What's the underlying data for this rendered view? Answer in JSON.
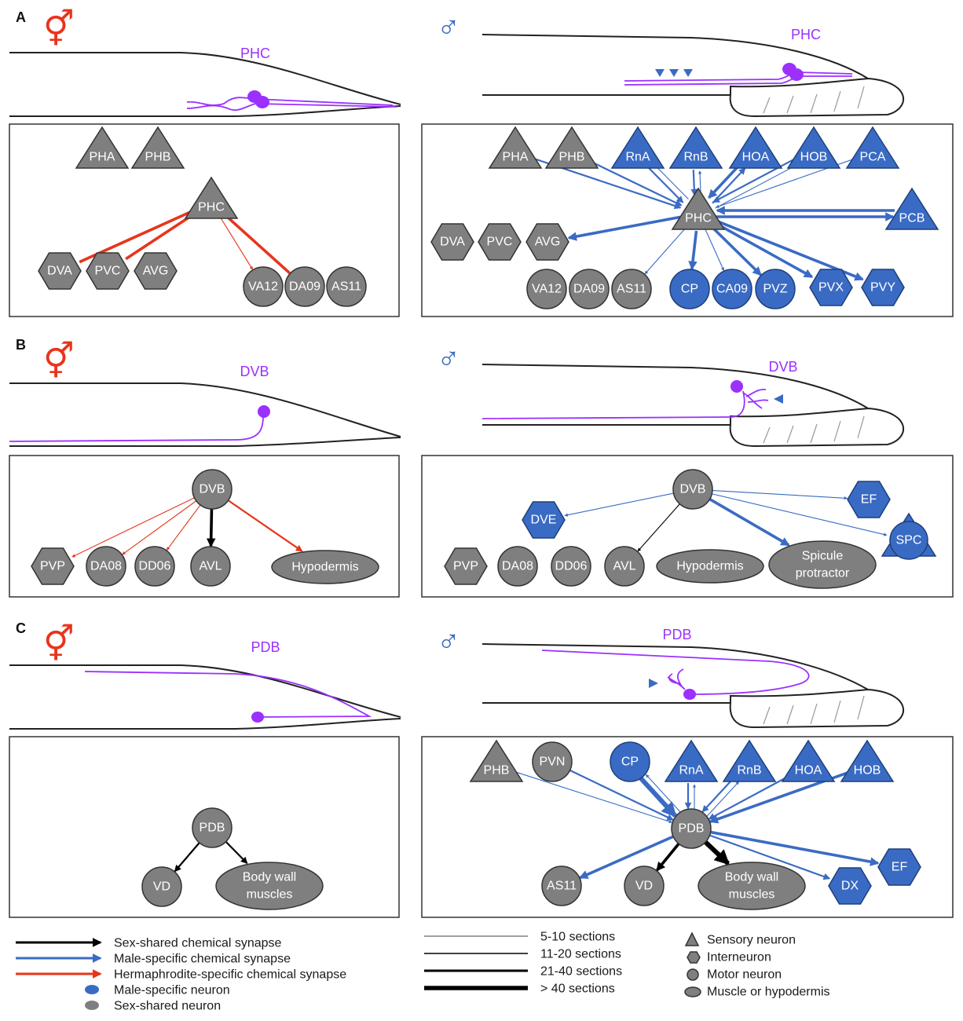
{
  "colors": {
    "sex_shared_neuron": "#7f7f7f",
    "male_specific_neuron": "#3a6bc4",
    "sex_shared_synapse": "#000000",
    "male_specific_synapse": "#3a6bc4",
    "hermaphrodite_synapse": "#e8341c",
    "neuron_trace": "#9b30ff"
  },
  "panels": {
    "a": {
      "letter": "A",
      "herm_symbol": "⚥",
      "male_symbol": "♂",
      "herm_neuron": "PHC",
      "male_neuron": "PHC"
    },
    "b": {
      "letter": "B",
      "herm_symbol": "⚥",
      "male_symbol": "♂",
      "herm_neuron": "DVB",
      "male_neuron": "DVB"
    },
    "c": {
      "letter": "C",
      "herm_symbol": "⚥",
      "male_symbol": "♂",
      "herm_neuron": "PDB",
      "male_neuron": "PDB"
    }
  },
  "legend": {
    "synapses": [
      "Sex-shared chemical synapse",
      "Male-specific chemical synapse",
      "Hermaphrodite-specific chemical synapse",
      "Male-specific neuron",
      "Sex-shared neuron"
    ],
    "widths": [
      "5-10 sections",
      "11-20 sections",
      "21-40 sections",
      "> 40 sections"
    ],
    "shapes": [
      "Sensory neuron",
      "Interneuron",
      "Motor neuron",
      "Muscle or hypodermis"
    ]
  },
  "nodes": [
    {
      "id": "aH_PHA",
      "label": "PHA",
      "shape": "tri",
      "color": "gray"
    },
    {
      "id": "aH_PHB",
      "label": "PHB",
      "shape": "tri",
      "color": "gray"
    },
    {
      "id": "aH_PHC",
      "label": "PHC",
      "shape": "tri",
      "color": "gray"
    },
    {
      "id": "aH_DVA",
      "label": "DVA",
      "shape": "hex",
      "color": "gray"
    },
    {
      "id": "aH_PVC",
      "label": "PVC",
      "shape": "hex",
      "color": "gray"
    },
    {
      "id": "aH_AVG",
      "label": "AVG",
      "shape": "hex",
      "color": "gray"
    },
    {
      "id": "aH_VA12",
      "label": "VA12",
      "shape": "circ",
      "color": "gray"
    },
    {
      "id": "aH_DA09",
      "label": "DA09",
      "shape": "circ",
      "color": "gray"
    },
    {
      "id": "aH_AS11",
      "label": "AS11",
      "shape": "circ",
      "color": "gray"
    },
    {
      "id": "aM_PHA",
      "label": "PHA",
      "shape": "tri",
      "color": "gray"
    },
    {
      "id": "aM_PHB",
      "label": "PHB",
      "shape": "tri",
      "color": "gray"
    },
    {
      "id": "aM_RnA",
      "label": "RnA",
      "shape": "tri",
      "color": "blue"
    },
    {
      "id": "aM_RnB",
      "label": "RnB",
      "shape": "tri",
      "color": "blue"
    },
    {
      "id": "aM_HOA",
      "label": "HOA",
      "shape": "tri",
      "color": "blue"
    },
    {
      "id": "aM_HOB",
      "label": "HOB",
      "shape": "tri",
      "color": "blue"
    },
    {
      "id": "aM_PCA",
      "label": "PCA",
      "shape": "tri",
      "color": "blue"
    },
    {
      "id": "aM_PCB",
      "label": "PCB",
      "shape": "tri",
      "color": "blue"
    },
    {
      "id": "aM_PHC",
      "label": "PHC",
      "shape": "tri",
      "color": "gray"
    },
    {
      "id": "aM_DVA",
      "label": "DVA",
      "shape": "hex",
      "color": "gray"
    },
    {
      "id": "aM_PVC",
      "label": "PVC",
      "shape": "hex",
      "color": "gray"
    },
    {
      "id": "aM_AVG",
      "label": "AVG",
      "shape": "hex",
      "color": "gray"
    },
    {
      "id": "aM_VA12",
      "label": "VA12",
      "shape": "circ",
      "color": "gray"
    },
    {
      "id": "aM_DA09",
      "label": "DA09",
      "shape": "circ",
      "color": "gray"
    },
    {
      "id": "aM_AS11",
      "label": "AS11",
      "shape": "circ",
      "color": "gray"
    },
    {
      "id": "aM_CP",
      "label": "CP",
      "shape": "circ",
      "color": "blue"
    },
    {
      "id": "aM_CA09",
      "label": "CA09",
      "shape": "circ",
      "color": "blue"
    },
    {
      "id": "aM_PVZ",
      "label": "PVZ",
      "shape": "circ",
      "color": "blue"
    },
    {
      "id": "aM_PVX",
      "label": "PVX",
      "shape": "hex",
      "color": "blue"
    },
    {
      "id": "aM_PVY",
      "label": "PVY",
      "shape": "hex",
      "color": "blue"
    },
    {
      "id": "bH_DVB",
      "label": "DVB",
      "shape": "circ",
      "color": "gray"
    },
    {
      "id": "bH_PVP",
      "label": "PVP",
      "shape": "hex",
      "color": "gray"
    },
    {
      "id": "bH_DA08",
      "label": "DA08",
      "shape": "circ",
      "color": "gray"
    },
    {
      "id": "bH_DD06",
      "label": "DD06",
      "shape": "circ",
      "color": "gray"
    },
    {
      "id": "bH_AVL",
      "label": "AVL",
      "shape": "circ",
      "color": "gray"
    },
    {
      "id": "bH_Hyp",
      "label": "Hypodermis",
      "shape": "ell",
      "color": "gray"
    },
    {
      "id": "bM_DVB",
      "label": "DVB",
      "shape": "circ",
      "color": "gray"
    },
    {
      "id": "bM_DVE",
      "label": "DVE",
      "shape": "hex",
      "color": "blue"
    },
    {
      "id": "bM_EF",
      "label": "EF",
      "shape": "hex",
      "color": "blue"
    },
    {
      "id": "bM_SPC",
      "label": "SPC",
      "shape": "triCirc",
      "color": "blue"
    },
    {
      "id": "bM_PVP",
      "label": "PVP",
      "shape": "hex",
      "color": "gray"
    },
    {
      "id": "bM_DA08",
      "label": "DA08",
      "shape": "circ",
      "color": "gray"
    },
    {
      "id": "bM_DD06",
      "label": "DD06",
      "shape": "circ",
      "color": "gray"
    },
    {
      "id": "bM_AVL",
      "label": "AVL",
      "shape": "circ",
      "color": "gray"
    },
    {
      "id": "bM_Hyp",
      "label": "Hypodermis",
      "shape": "ell",
      "color": "gray"
    },
    {
      "id": "bM_Spic",
      "label": "Spicule protractor",
      "shape": "ell2",
      "color": "gray"
    },
    {
      "id": "cH_PDB",
      "label": "PDB",
      "shape": "circ",
      "color": "gray"
    },
    {
      "id": "cH_VD",
      "label": "VD",
      "shape": "circ",
      "color": "gray"
    },
    {
      "id": "cH_BWM",
      "label": "Body wall muscles",
      "shape": "ell2",
      "color": "gray"
    },
    {
      "id": "cM_PHB",
      "label": "PHB",
      "shape": "tri",
      "color": "gray"
    },
    {
      "id": "cM_PVN",
      "label": "PVN",
      "shape": "circ",
      "color": "gray"
    },
    {
      "id": "cM_CP",
      "label": "CP",
      "shape": "circ",
      "color": "blue"
    },
    {
      "id": "cM_RnA",
      "label": "RnA",
      "shape": "tri",
      "color": "blue"
    },
    {
      "id": "cM_RnB",
      "label": "RnB",
      "shape": "tri",
      "color": "blue"
    },
    {
      "id": "cM_HOA",
      "label": "HOA",
      "shape": "tri",
      "color": "blue"
    },
    {
      "id": "cM_HOB",
      "label": "HOB",
      "shape": "tri",
      "color": "blue"
    },
    {
      "id": "cM_PDB",
      "label": "PDB",
      "shape": "circ",
      "color": "gray"
    },
    {
      "id": "cM_AS11",
      "label": "AS11",
      "shape": "circ",
      "color": "gray"
    },
    {
      "id": "cM_VD",
      "label": "VD",
      "shape": "circ",
      "color": "gray"
    },
    {
      "id": "cM_BWM",
      "label": "Body wall muscles",
      "shape": "ell2",
      "color": "gray"
    },
    {
      "id": "cM_DX",
      "label": "DX",
      "shape": "hex",
      "color": "blue"
    },
    {
      "id": "cM_EF",
      "label": "EF",
      "shape": "hex",
      "color": "blue"
    }
  ],
  "edges": [
    {
      "from": "aH_PHC",
      "to": "aH_DVA",
      "type": "herm",
      "sections": "21-40"
    },
    {
      "from": "aH_PHC",
      "to": "aH_PVC",
      "type": "herm",
      "sections": "21-40"
    },
    {
      "from": "aH_PHC",
      "to": "aH_VA12",
      "type": "herm",
      "sections": "5-10"
    },
    {
      "from": "aH_PHC",
      "to": "aH_DA09",
      "type": "herm",
      "sections": "21-40"
    },
    {
      "from": "aM_PHA",
      "to": "aM_PHC",
      "type": "male",
      "sections": "11-20"
    },
    {
      "from": "aM_PHB",
      "to": "aM_PHC",
      "type": "male",
      "sections": "11-20"
    },
    {
      "from": "aM_RnA",
      "to": "aM_PHC",
      "type": "male",
      "sections": "11-20"
    },
    {
      "from": "aM_PHC",
      "to": "aM_RnA",
      "type": "male",
      "sections": "5-10"
    },
    {
      "from": "aM_RnB",
      "to": "aM_PHC",
      "type": "male",
      "sections": "11-20"
    },
    {
      "from": "aM_PHC",
      "to": "aM_RnB",
      "type": "male",
      "sections": "5-10"
    },
    {
      "from": "aM_HOA",
      "to": "aM_PHC",
      "type": "male",
      "sections": "21-40"
    },
    {
      "from": "aM_PHC",
      "to": "aM_HOA",
      "type": "male",
      "sections": "11-20"
    },
    {
      "from": "aM_HOB",
      "to": "aM_PHC",
      "type": "male",
      "sections": "11-20"
    },
    {
      "from": "aM_PHC",
      "to": "aM_HOB",
      "type": "male",
      "sections": "5-10"
    },
    {
      "from": "aM_PCA",
      "to": "aM_PHC",
      "type": "male",
      "sections": "5-10"
    },
    {
      "from": "aM_PCB",
      "to": "aM_PHC",
      "type": "male",
      "sections": "21-40"
    },
    {
      "from": "aM_PHC",
      "to": "aM_PCB",
      "type": "male",
      "sections": "21-40"
    },
    {
      "from": "aM_PHC",
      "to": "aM_AVG",
      "type": "male",
      "sections": "21-40"
    },
    {
      "from": "aM_PHC",
      "to": "aM_AS11",
      "type": "male",
      "sections": "5-10"
    },
    {
      "from": "aM_PHC",
      "to": "aM_CP",
      "type": "male",
      "sections": "21-40"
    },
    {
      "from": "aM_PHC",
      "to": "aM_CA09",
      "type": "male",
      "sections": "5-10"
    },
    {
      "from": "aM_PHC",
      "to": "aM_PVZ",
      "type": "male",
      "sections": "21-40"
    },
    {
      "from": "aM_PHC",
      "to": "aM_PVX",
      "type": "male",
      "sections": "21-40"
    },
    {
      "from": "aM_PHC",
      "to": "aM_PVY",
      "type": "male",
      "sections": "21-40"
    },
    {
      "from": "bH_DVB",
      "to": "bH_PVP",
      "type": "herm",
      "sections": "5-10"
    },
    {
      "from": "bH_DVB",
      "to": "bH_DA08",
      "type": "herm",
      "sections": "5-10"
    },
    {
      "from": "bH_DVB",
      "to": "bH_DD06",
      "type": "herm",
      "sections": "5-10"
    },
    {
      "from": "bH_DVB",
      "to": "bH_AVL",
      "type": "shared",
      "sections": "21-40"
    },
    {
      "from": "bH_DVB",
      "to": "bH_Hyp",
      "type": "herm",
      "sections": "11-20"
    },
    {
      "from": "bM_DVB",
      "to": "bM_DVE",
      "type": "male",
      "sections": "5-10"
    },
    {
      "from": "bM_DVB",
      "to": "bM_AVL",
      "type": "shared",
      "sections": "5-10"
    },
    {
      "from": "bM_DVB",
      "to": "bM_Spic",
      "type": "male",
      "sections": "21-40"
    },
    {
      "from": "bM_DVB",
      "to": "bM_EF",
      "type": "male",
      "sections": "5-10"
    },
    {
      "from": "bM_DVB",
      "to": "bM_SPC",
      "type": "male",
      "sections": "5-10"
    },
    {
      "from": "cH_PDB",
      "to": "cH_VD",
      "type": "shared",
      "sections": "11-20"
    },
    {
      "from": "cH_PDB",
      "to": "cH_BWM",
      "type": "shared",
      "sections": "11-20"
    },
    {
      "from": "cM_PHB",
      "to": "cM_PDB",
      "type": "male",
      "sections": "5-10"
    },
    {
      "from": "cM_PVN",
      "to": "cM_PDB",
      "type": "male",
      "sections": "11-20"
    },
    {
      "from": "cM_CP",
      "to": "cM_PDB",
      "type": "male",
      "sections": ">40"
    },
    {
      "from": "cM_PDB",
      "to": "cM_CP",
      "type": "male",
      "sections": "5-10"
    },
    {
      "from": "cM_RnA",
      "to": "cM_PDB",
      "type": "male",
      "sections": "11-20"
    },
    {
      "from": "cM_PDB",
      "to": "cM_RnA",
      "type": "male",
      "sections": "5-10"
    },
    {
      "from": "cM_RnB",
      "to": "cM_PDB",
      "type": "male",
      "sections": "11-20"
    },
    {
      "from": "cM_PDB",
      "to": "cM_RnB",
      "type": "male",
      "sections": "5-10"
    },
    {
      "from": "cM_HOA",
      "to": "cM_PDB",
      "type": "male",
      "sections": "11-20"
    },
    {
      "from": "cM_HOB",
      "to": "cM_PDB",
      "type": "male",
      "sections": "21-40"
    },
    {
      "from": "cM_PDB",
      "to": "cM_AS11",
      "type": "male",
      "sections": "21-40"
    },
    {
      "from": "cM_PDB",
      "to": "cM_VD",
      "type": "shared",
      "sections": "21-40"
    },
    {
      "from": "cM_PDB",
      "to": "cM_BWM",
      "type": "shared",
      "sections": ">40"
    },
    {
      "from": "cM_PDB",
      "to": "cM_DX",
      "type": "male",
      "sections": "11-20"
    },
    {
      "from": "cM_PDB",
      "to": "cM_EF",
      "type": "male",
      "sections": "21-40"
    }
  ]
}
